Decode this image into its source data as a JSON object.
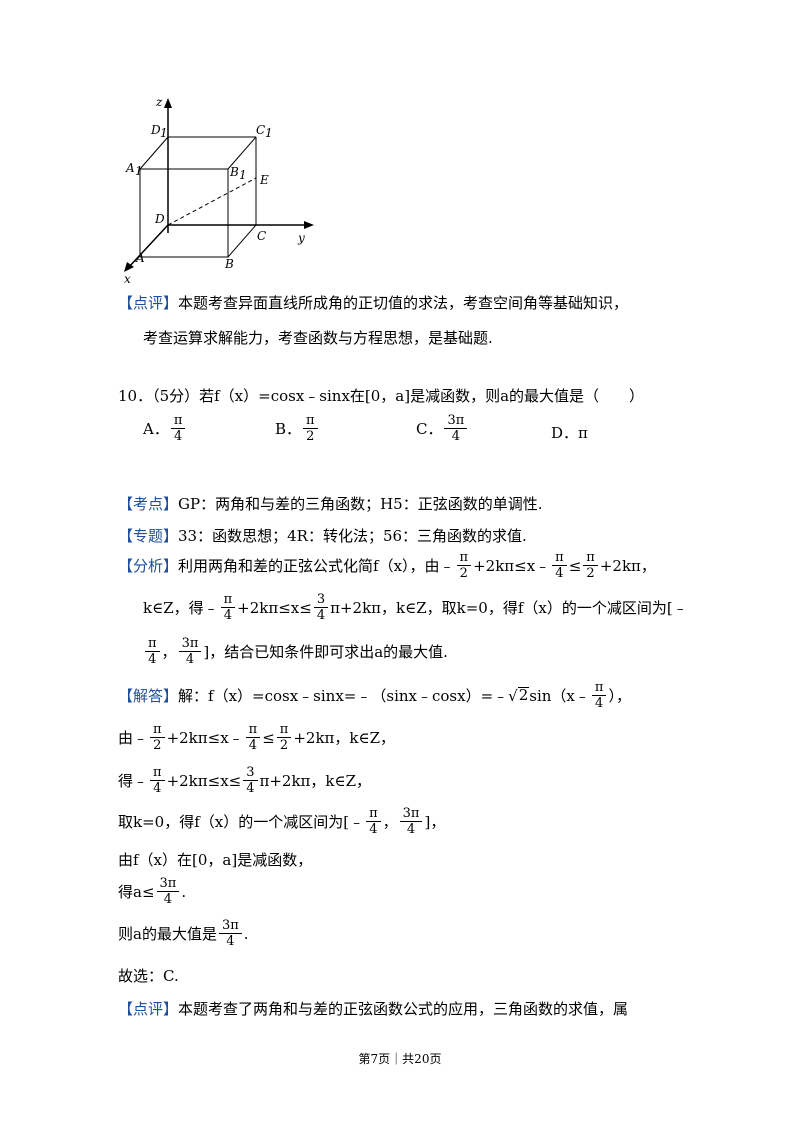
{
  "figure": {
    "labels": {
      "z": "z",
      "y": "y",
      "x": "x",
      "D1": "D",
      "C1": "C",
      "A1": "A",
      "B1": "B",
      "E": "E",
      "D": "D",
      "C": "C",
      "A": "A",
      "B": "B",
      "sub1": "1"
    }
  },
  "review1": {
    "tag": "【点评】",
    "line1": "本题考查异面直线所成角的正切值的求法，考查空间角等基础知识，",
    "line2": "考查运算求解能力，考查函数与方程思想，是基础题."
  },
  "question": {
    "stem": "10．（5分）若f（x）=cosx﹣sinx在[0，a]是减函数，则a的最大值是（　　）",
    "options": {
      "A_label": "A．",
      "A_num": "π",
      "A_den": "4",
      "B_label": "B．",
      "B_num": "π",
      "B_den": "2",
      "C_label": "C．",
      "C_num": "3π",
      "C_den": "4",
      "D_label": "D．π"
    }
  },
  "kaodian": {
    "tag": "【考点】",
    "text": "GP：两角和与差的三角函数；H5：正弦函数的单调性."
  },
  "zhuanti": {
    "tag": "【专题】",
    "text": "33：函数思想；4R：转化法；56：三角函数的求值."
  },
  "fenxi": {
    "tag": "【分析】",
    "l1a": "利用两角和差的正弦公式化简f（x），由﹣",
    "pi": "π",
    "two": "2",
    "four": "4",
    "three": "3",
    "threepi": "3π",
    "l1b": "+2kπ≤x﹣",
    "l1c": "≤",
    "l1d": "+2kπ，",
    "l2a": "k∈Z，得﹣",
    "l2b": "+2kπ≤x≤",
    "l2c": "π+2kπ，k∈Z，取k=0，得f（x）的一个减区间为[﹣",
    "l3a": "，",
    "l3b": "]，结合已知条件即可求出a的最大值."
  },
  "jieda": {
    "tag": "【解答】",
    "l1a": "解：f（x）=cosx﹣sinx=﹣（sinx﹣cosx）=﹣",
    "sqrt": "√",
    "sqrtval": "2",
    "l1b": "sin（x﹣",
    "l1c": "），",
    "l2a": "由﹣",
    "l2b": "+2kπ≤x﹣",
    "l2c": "≤",
    "l2d": "+2kπ，k∈Z，",
    "l3a": "得﹣",
    "l3b": "+2kπ≤x≤",
    "l3c": "π+2kπ，k∈Z，",
    "l4a": "取k=0，得f（x）的一个减区间为[﹣",
    "l4b": "，",
    "l4c": "]，",
    "l5": "由f（x）在[0，a]是减函数，",
    "l6a": "得a≤",
    "l6b": ".",
    "l7a": "则a的最大值是",
    "l7b": ".",
    "l8": "故选：C."
  },
  "review2": {
    "tag": "【点评】",
    "text": "本题考查了两角和与差的正弦函数公式的应用，三角函数的求值，属"
  },
  "footer": {
    "text": "第7页｜共20页"
  }
}
